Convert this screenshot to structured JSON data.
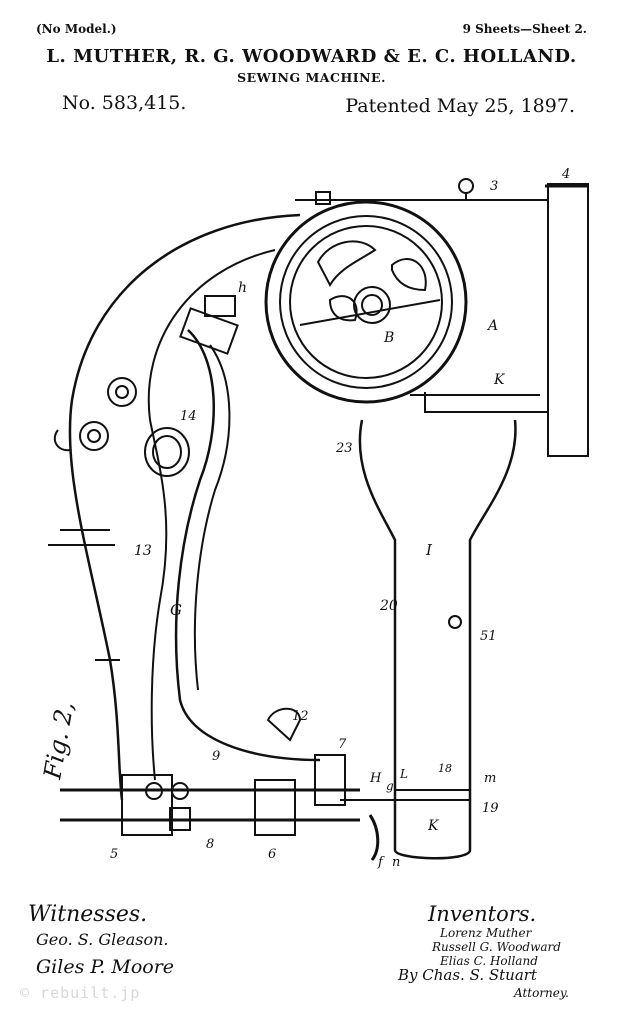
{
  "header": {
    "no_model": "(No Model.)",
    "sheets": "9 Sheets—Sheet 2.",
    "inventors": "L. MUTHER, R. G. WOODWARD & E. C. HOLLAND.",
    "title": "SEWING MACHINE.",
    "patent_number": "No. 583,415.",
    "patented_date": "Patented May 25, 1897."
  },
  "figure": {
    "label": "Fig. 2,",
    "ref_labels": {
      "n3": "3",
      "n4": "4",
      "h": "h",
      "A": "A",
      "B": "B",
      "K_top": "K",
      "n23": "23",
      "n14": "14",
      "n13": "13",
      "G": "G",
      "I": "I",
      "n20": "20",
      "n51": "51",
      "n12": "12",
      "n7": "7",
      "H": "H",
      "g": "g",
      "L": "L",
      "n18": "18",
      "m": "m",
      "n9": "9",
      "n5": "5",
      "n8": "8",
      "n6": "6",
      "f": "f",
      "n": "n",
      "K_bottom": "K",
      "n19": "19"
    }
  },
  "signatures": {
    "witnesses_label": "Witnesses.",
    "witness_1": "Geo. S. Gleason.",
    "witness_2": "Giles P. Moore",
    "inventors_label": "Inventors.",
    "inventor_1": "Lorenz Muther",
    "inventor_2": "Russell G. Woodward",
    "inventor_3": "Elias C. Holland",
    "by_line": "By Chas. S. Stuart",
    "attorney": "Attorney."
  },
  "watermark": "© rebuilt.jp"
}
